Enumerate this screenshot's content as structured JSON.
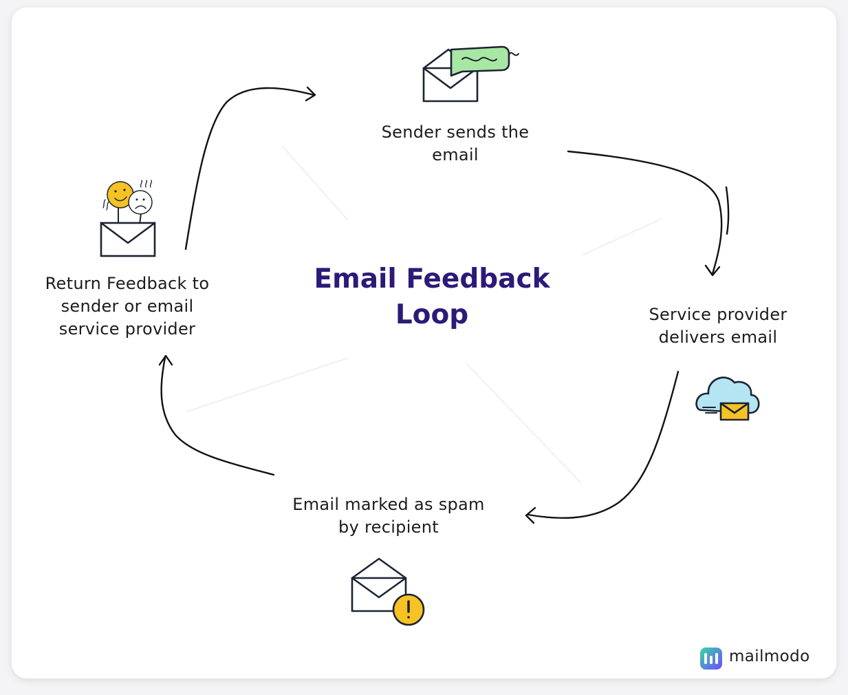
{
  "diagram": {
    "title": "Email Feedback\nLoop",
    "steps": [
      {
        "id": "send",
        "label": "Sender sends the\nemail",
        "icon": "email-chat-icon"
      },
      {
        "id": "deliver",
        "label": "Service provider\ndelivers email",
        "icon": "cloud-email-icon"
      },
      {
        "id": "spam",
        "label": "Email marked as spam\nby recipient",
        "icon": "email-warning-icon"
      },
      {
        "id": "feedback",
        "label": "Return Feedback to\nsender or email\nservice provider",
        "icon": "email-faces-icon"
      }
    ]
  },
  "brand": {
    "name": "mailmodo",
    "logo": "mailmodo-logo-icon"
  },
  "colors": {
    "title": "#2d1a78",
    "text": "#1c1c1c",
    "chat_bubble": "#a8e6a3",
    "cloud": "#b5e4f2",
    "warning": "#f7c324",
    "smiley": "#f7c324",
    "logo_start": "#3ad6a4",
    "logo_end": "#6a4cff"
  }
}
